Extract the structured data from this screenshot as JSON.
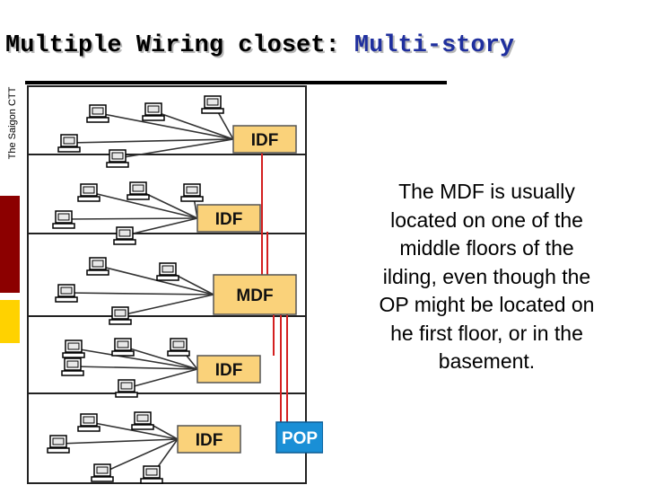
{
  "title": {
    "bullet": "",
    "part1": "Multiple Wiring closet: ",
    "part2": "Multi-story"
  },
  "side_label": "The Saigon CTT",
  "body_lines": [
    "The MDF is usually",
    "located on one of the",
    "middle floors of the",
    "ilding, even though the",
    "OP might be located on",
    "he first floor, or in the",
    "basement."
  ],
  "diagram": {
    "floors": [
      {
        "closet": "IDF"
      },
      {
        "closet": "IDF"
      },
      {
        "closet": "MDF"
      },
      {
        "closet": "IDF"
      },
      {
        "closet": "IDF"
      }
    ],
    "pop_label": "POP",
    "closet_color": "#fad27a",
    "pop_color": "#1a8fd6",
    "cable_color": "#d42020"
  }
}
